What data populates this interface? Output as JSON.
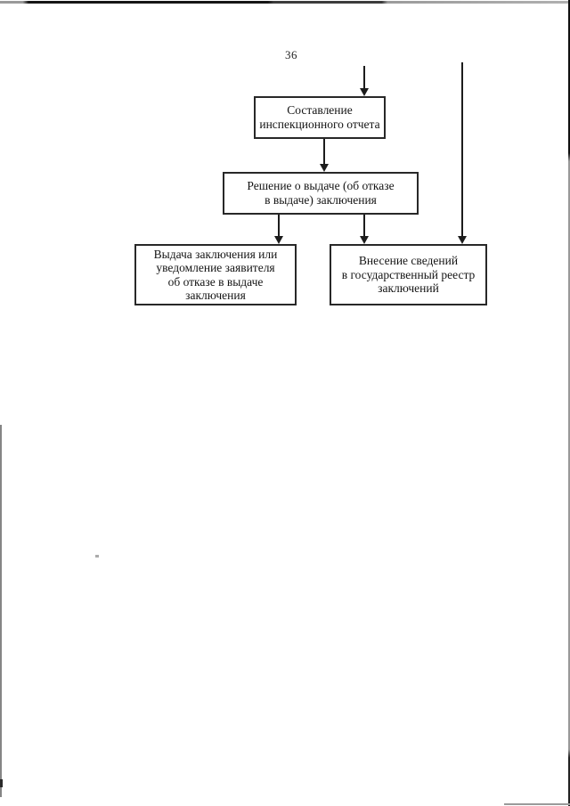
{
  "page": {
    "number": "36"
  },
  "flowchart": {
    "nodes": [
      {
        "id": "report",
        "lines": [
          "Составление",
          "инспекционного отчета"
        ]
      },
      {
        "id": "decision",
        "lines": [
          "Решение о выдаче (об отказе",
          "в выдаче) заключения"
        ]
      },
      {
        "id": "issue",
        "lines": [
          "Выдача заключения или",
          "уведомление заявителя",
          "об отказе в выдаче",
          "заключения"
        ]
      },
      {
        "id": "register",
        "lines": [
          "Внесение сведений",
          "в государственный реестр",
          "заключений"
        ]
      }
    ],
    "arrows": [
      {
        "id": "into-report",
        "from": "previous page",
        "to": "report"
      },
      {
        "id": "report-decision",
        "from": "report",
        "to": "decision"
      },
      {
        "id": "decision-issue",
        "from": "decision",
        "to": "issue"
      },
      {
        "id": "decision-register",
        "from": "decision",
        "to": "register"
      },
      {
        "id": "long-register",
        "from": "previous page",
        "to": "register"
      }
    ]
  },
  "colors": {
    "page_bg": "#ffffff",
    "line": "#1c1c1c",
    "box_border": "#282828",
    "text": "#141414",
    "scan_edge": "#9a9a9a"
  }
}
